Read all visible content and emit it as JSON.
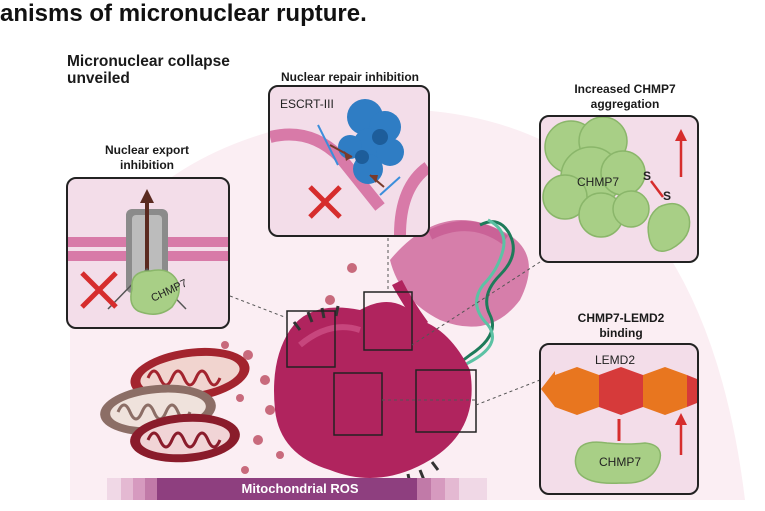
{
  "title": "anisms of micronuclear rupture.",
  "subtitle": "Micronuclear collapse unveiled",
  "panels": {
    "export": {
      "label": "Nuclear export inhibition",
      "protein": "CHMP7"
    },
    "repair": {
      "label": "Nuclear repair inhibition",
      "protein": "ESCRT-III"
    },
    "aggregation": {
      "label": "Increased CHMP7 aggregation",
      "protein": "CHMP7",
      "s1": "S",
      "s2": "S"
    },
    "binding": {
      "label": "CHMP7-LEMD2 binding",
      "top": "LEMD2",
      "bottom": "CHMP7"
    }
  },
  "footer": {
    "label": "Mitochondrial ROS"
  },
  "colors": {
    "micronucleus": "#b0245e",
    "panel_bg": "#f3dde9",
    "protein_green": "#a8cf86",
    "escrt_blue": "#2f7dc4",
    "lemd2_orange": "#e8761f",
    "lemd2_red": "#d63a3a",
    "arrow_red": "#d9302c"
  }
}
